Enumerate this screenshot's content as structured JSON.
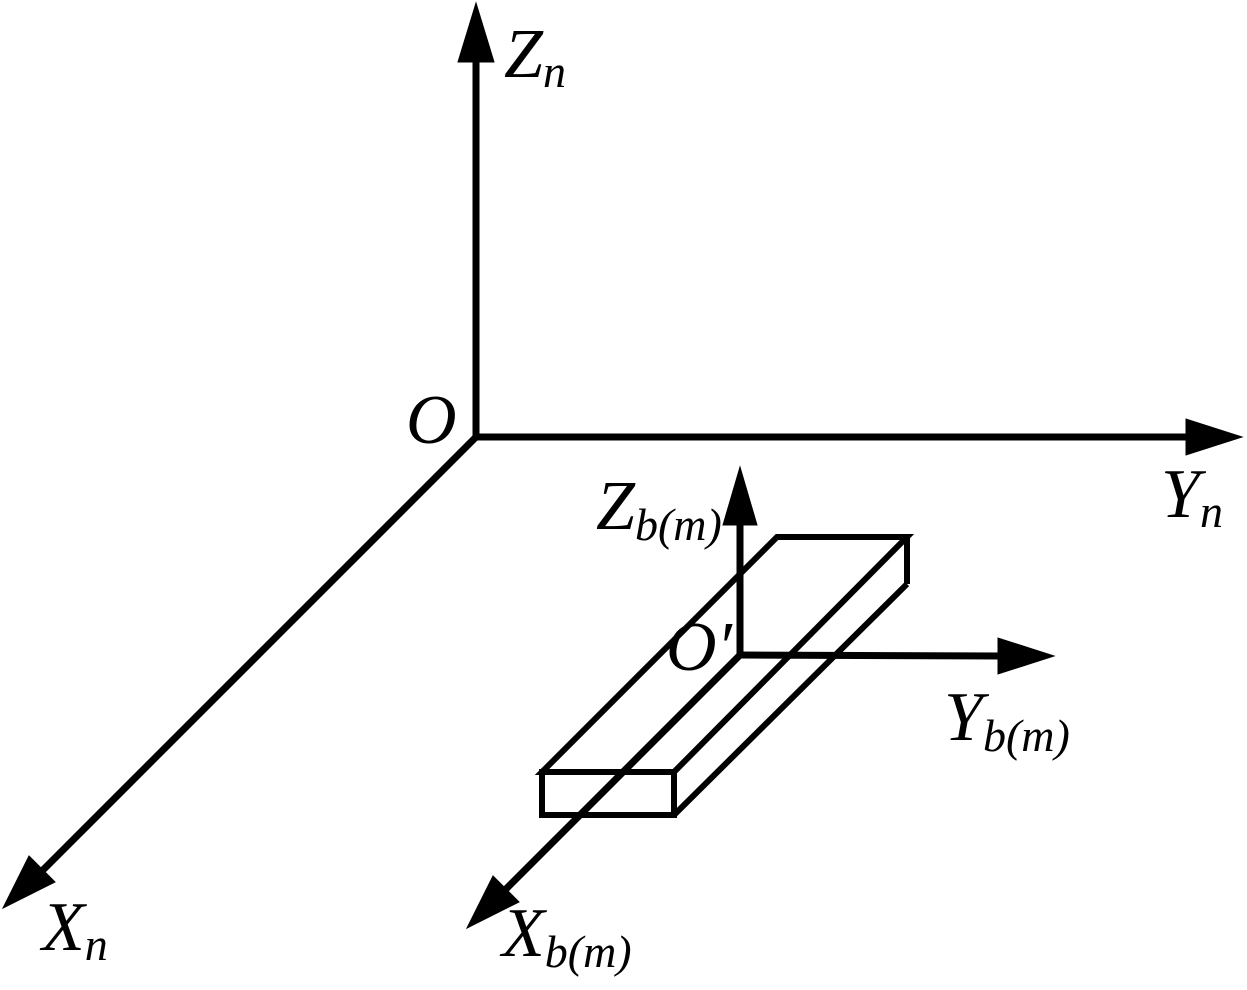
{
  "diagram": {
    "description": "Two right-handed 3D coordinate frames: navigation frame with origin O and axes Xn, Yn, Zn; body (measurement) frame with origin O-prime and axes Xb(m), Yb(m), Zb(m); an elongated rectangular bar lies along the body X axis",
    "colors": {
      "background": "#ffffff",
      "ink": "#000000"
    },
    "labels": {
      "nav_origin": "O",
      "nav_z": {
        "main": "Z",
        "sub": "n"
      },
      "nav_y": {
        "main": "Y",
        "sub": "n"
      },
      "nav_x": {
        "main": "X",
        "sub": "n"
      },
      "body_origin": "O′",
      "body_z": {
        "main": "Z",
        "sub": "b(m)"
      },
      "body_y": {
        "main": "Y",
        "sub": "b(m)"
      },
      "body_x": {
        "main": "X",
        "sub": "b(m)"
      }
    }
  }
}
